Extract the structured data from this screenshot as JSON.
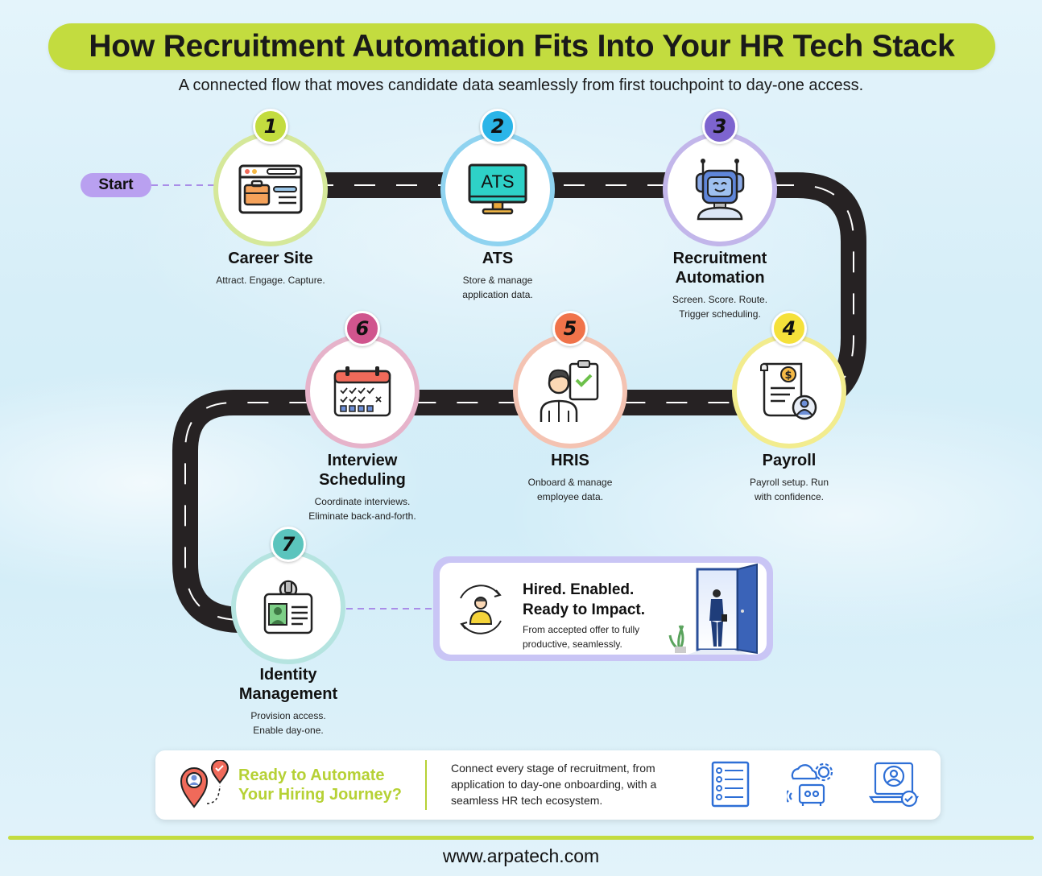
{
  "title": "How Recruitment Automation Fits Into Your HR Tech Stack",
  "subtitle": "A connected flow that moves candidate data seamlessly from first touchpoint to day-one access.",
  "start_label": "Start",
  "ats_screen_text": "ATS",
  "steps": [
    {
      "number": "1",
      "title": "Career Site",
      "desc_lines": [
        "Attract. Engage. Capture."
      ],
      "color": "#c3dc3f",
      "icon": "career-site-icon"
    },
    {
      "number": "2",
      "title": "ATS",
      "desc_lines": [
        "Store & manage",
        "application data."
      ],
      "color": "#2bb5e8",
      "icon": "ats-monitor-icon"
    },
    {
      "number": "3",
      "title_lines": [
        "Recruitment",
        "Automation"
      ],
      "desc_lines": [
        "Screen. Score. Route.",
        "Trigger scheduling."
      ],
      "color": "#7d64cf",
      "icon": "robot-icon"
    },
    {
      "number": "4",
      "title": "Payroll",
      "desc_lines": [
        "Payroll setup. Run",
        "with confidence."
      ],
      "color": "#f5e13a",
      "icon": "payroll-document-icon"
    },
    {
      "number": "5",
      "title": "HRIS",
      "desc_lines": [
        "Onboard & manage",
        "employee data."
      ],
      "color": "#f0734a",
      "icon": "employee-checklist-icon"
    },
    {
      "number": "6",
      "title_lines": [
        "Interview",
        "Scheduling"
      ],
      "desc_lines": [
        "Coordinate interviews.",
        "Eliminate back-and-forth."
      ],
      "color": "#d0558d",
      "icon": "calendar-icon"
    },
    {
      "number": "7",
      "title_lines": [
        "Identity",
        "Management"
      ],
      "desc_lines": [
        "Provision access.",
        "Enable day-one."
      ],
      "color": "#5bc4bd",
      "icon": "id-badge-icon"
    }
  ],
  "hired": {
    "title_lines": [
      "Hired. Enabled.",
      "Ready to Impact."
    ],
    "desc_lines": [
      "From accepted offer to fully",
      "productive, seamlessly."
    ],
    "icons": [
      "person-cycle-icon",
      "open-door-icon"
    ]
  },
  "cta": {
    "heading_lines": [
      "Ready to Automate",
      "Your Hiring Journey?"
    ],
    "text_lines": [
      "Connect every stage of recruitment, from",
      "application to day-one onboarding, with a",
      "seamless HR tech ecosystem."
    ],
    "icons": [
      "location-pins-icon",
      "checklist-icon",
      "cloud-automation-icon",
      "laptop-user-icon"
    ]
  },
  "footer_url": "www.arpatech.com",
  "colors": {
    "accent_green": "#c3dc3f",
    "road": "#262223",
    "start_pill": "#b9a0f0",
    "hired_border": "#c9c5f5"
  }
}
